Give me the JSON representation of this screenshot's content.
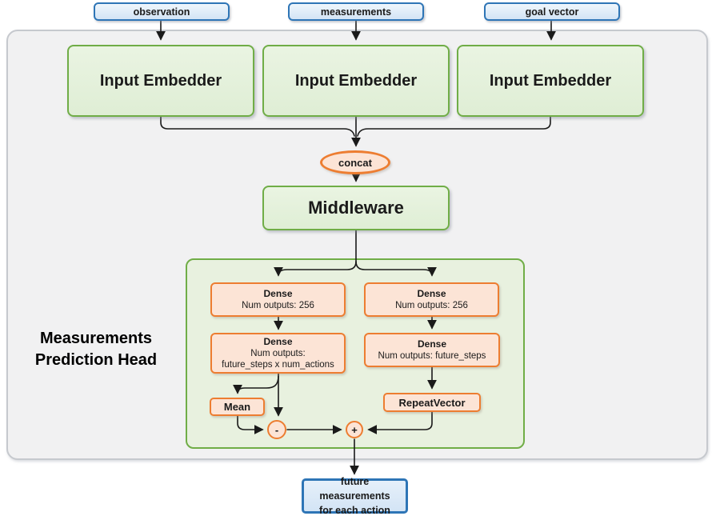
{
  "colors": {
    "green_border": "#70ad47",
    "green_fill": "#e2efd9",
    "head_container_fill": "#e8f1df",
    "orange_border": "#ed7d31",
    "orange_fill": "#fce4d6",
    "blue_border": "#2e75b6",
    "blue_fill": "#dbe9f7",
    "outer_container_fill": "#f1f1f2",
    "line_color": "#1a1a1a"
  },
  "top_inputs": [
    {
      "label": "observation"
    },
    {
      "label": "measurements"
    },
    {
      "label": "goal vector"
    }
  ],
  "embedders": [
    {
      "label": "Input Embedder"
    },
    {
      "label": "Input Embedder"
    },
    {
      "label": "Input Embedder"
    }
  ],
  "concat": {
    "label": "concat"
  },
  "middleware": {
    "label": "Middleware"
  },
  "head": {
    "title": {
      "line1": "Measurements",
      "line2": "Prediction Head"
    },
    "dense_left_1": {
      "title": "Dense",
      "line1": "Num outputs: 256"
    },
    "dense_left_2": {
      "title": "Dense",
      "line1": "Num outputs:",
      "line2": "future_steps x num_actions"
    },
    "dense_right_1": {
      "title": "Dense",
      "line1": "Num outputs: 256"
    },
    "dense_right_2": {
      "title": "Dense",
      "line1": "Num outputs: future_steps"
    },
    "mean": {
      "label": "Mean"
    },
    "repeat_vector": {
      "label": "RepeatVector"
    },
    "subtract": {
      "label": "-"
    },
    "add": {
      "label": "+"
    }
  },
  "output": {
    "line1": "future measurements",
    "line2": "for each action"
  }
}
